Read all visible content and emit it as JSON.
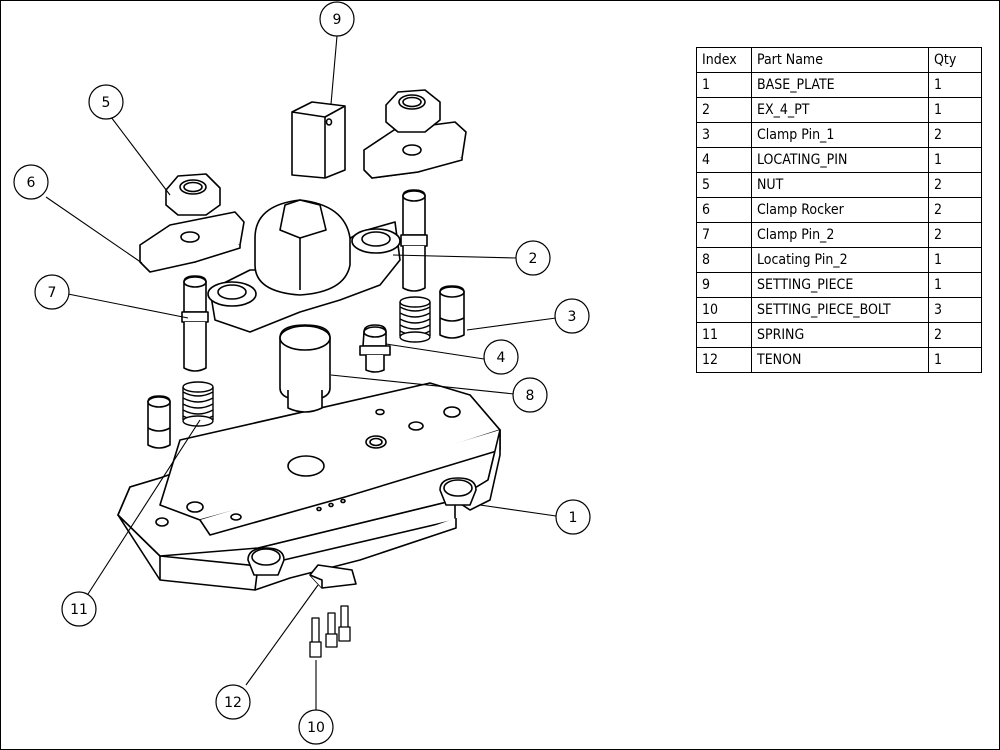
{
  "bom": {
    "headers": {
      "index": "Index",
      "part_name": "Part Name",
      "qty": "Qty"
    },
    "rows": [
      {
        "index": "1",
        "name": "BASE_PLATE",
        "qty": "1"
      },
      {
        "index": "2",
        "name": "EX_4_PT",
        "qty": "1"
      },
      {
        "index": "3",
        "name": "Clamp Pin_1",
        "qty": "2"
      },
      {
        "index": "4",
        "name": "LOCATING_PIN",
        "qty": "1"
      },
      {
        "index": "5",
        "name": "NUT",
        "qty": "2"
      },
      {
        "index": "6",
        "name": "Clamp Rocker",
        "qty": "2"
      },
      {
        "index": "7",
        "name": "Clamp Pin_2",
        "qty": "2"
      },
      {
        "index": "8",
        "name": "Locating Pin_2",
        "qty": "1"
      },
      {
        "index": "9",
        "name": "SETTING_PIECE",
        "qty": "1"
      },
      {
        "index": "10",
        "name": "SETTING_PIECE_BOLT",
        "qty": "3"
      },
      {
        "index": "11",
        "name": "SPRING",
        "qty": "2"
      },
      {
        "index": "12",
        "name": "TENON",
        "qty": "1"
      }
    ]
  },
  "balloons": {
    "b1": "1",
    "b2": "2",
    "b3": "3",
    "b4": "4",
    "b5": "5",
    "b6": "6",
    "b7": "7",
    "b8": "8",
    "b9": "9",
    "b10": "10",
    "b11": "11",
    "b12": "12"
  }
}
